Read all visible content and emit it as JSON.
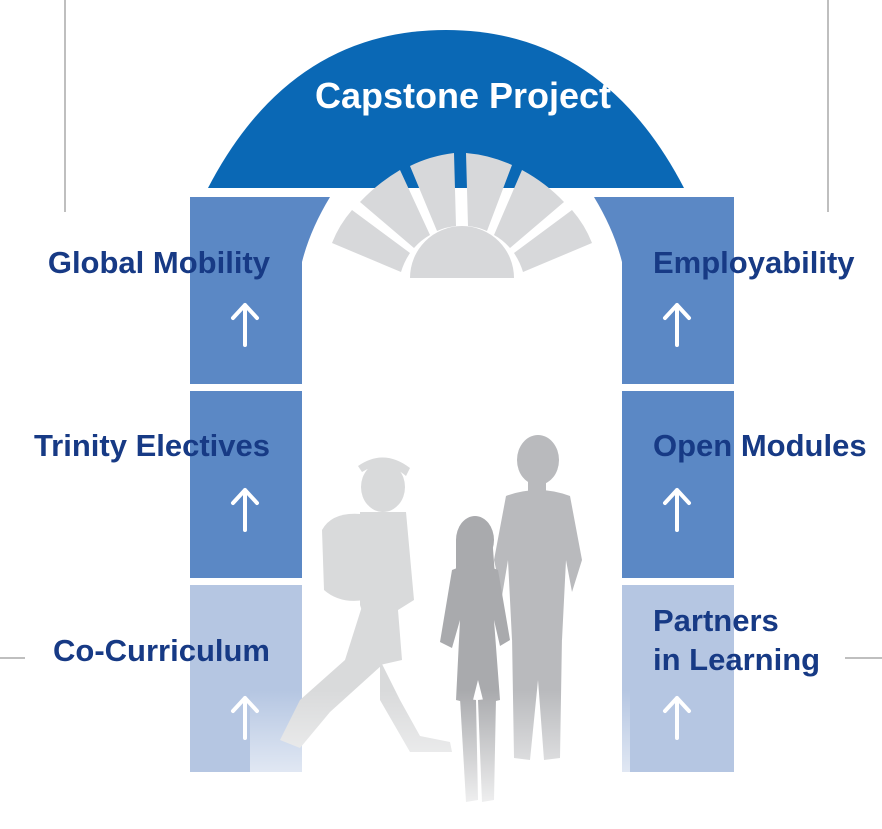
{
  "diagram": {
    "title": "Capstone Project",
    "left_pillar": [
      {
        "label": "Global Mobility"
      },
      {
        "label": "Trinity Electives"
      },
      {
        "label": "Co-Curriculum"
      }
    ],
    "right_pillar": [
      {
        "label": "Employability"
      },
      {
        "label": "Open Modules"
      },
      {
        "label_line1": "Partners",
        "label_line2": "in Learning"
      }
    ],
    "colors": {
      "arch_dark": "#0a68b5",
      "pillar_mid": "#5b88c5",
      "pillar_light": "#b5c6e2",
      "text": "#173a85",
      "window": "#d7d8da",
      "silhouette": "#b9babd"
    }
  }
}
